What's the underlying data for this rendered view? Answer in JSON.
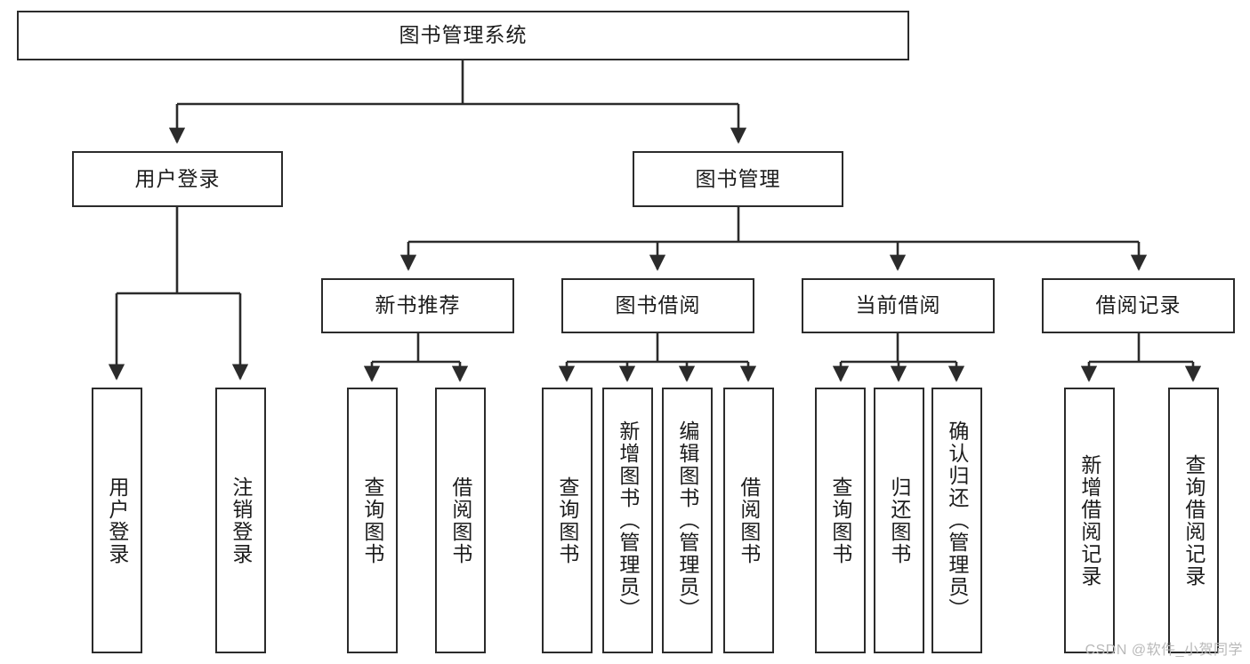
{
  "diagram": {
    "title_node": {
      "label": "图书管理系统"
    },
    "level1": [
      {
        "id": "user-login",
        "label": "用户登录"
      },
      {
        "id": "book-management",
        "label": "图书管理"
      }
    ],
    "level2": [
      {
        "id": "new-book-recommend",
        "label": "新书推荐"
      },
      {
        "id": "book-borrow",
        "label": "图书借阅"
      },
      {
        "id": "current-borrow",
        "label": "当前借阅"
      },
      {
        "id": "borrow-record",
        "label": "借阅记录"
      }
    ],
    "leaves": {
      "user_login": [
        {
          "id": "leaf-user-login",
          "label": "用户登录"
        },
        {
          "id": "leaf-logout-login",
          "label": "注销登录"
        }
      ],
      "new_book_recommend": [
        {
          "id": "leaf-query-book-1",
          "label": "查询图书"
        },
        {
          "id": "leaf-borrow-book-1",
          "label": "借阅图书"
        }
      ],
      "book_borrow": [
        {
          "id": "leaf-query-book-2",
          "label": "查询图书"
        },
        {
          "id": "leaf-add-book-admin",
          "label": "新增图书（管理员）"
        },
        {
          "id": "leaf-edit-book-admin",
          "label": "编辑图书（管理员）"
        },
        {
          "id": "leaf-borrow-book-2",
          "label": "借阅图书"
        }
      ],
      "current_borrow": [
        {
          "id": "leaf-query-book-3",
          "label": "查询图书"
        },
        {
          "id": "leaf-return-book",
          "label": "归还图书"
        },
        {
          "id": "leaf-confirm-return-admin",
          "label": "确认归还（管理员）"
        }
      ],
      "borrow_record": [
        {
          "id": "leaf-add-borrow-record",
          "label": "新增借阅记录"
        },
        {
          "id": "leaf-query-borrow-record",
          "label": "查询借阅记录"
        }
      ]
    }
  },
  "watermark": {
    "text": "CSDN @软件_小贺同学"
  },
  "colors": {
    "stroke": "#2b2b2b",
    "background": "#ffffff",
    "text": "#1c1c1c",
    "watermark": "#b9b9b9"
  }
}
